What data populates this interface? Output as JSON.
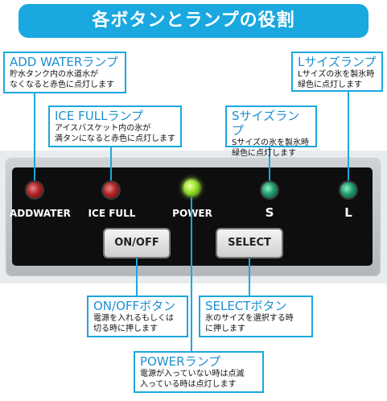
{
  "title": "各ボタンとランプの役割",
  "colors": {
    "accent": "#1aa8e0",
    "label_text": "#1e8fd0"
  },
  "labels": {
    "add_water": {
      "title": "ADD WATERランプ",
      "desc": "貯水タンク内の水道水が\nなくなると赤色に点灯します"
    },
    "ice_full": {
      "title": "ICE FULLランプ",
      "desc": "アイスバスケット内の氷が\n満タンになると赤色に点灯します"
    },
    "s_size": {
      "title": "Sサイズランプ",
      "desc": "Sサイズの氷を製氷時\n緑色に点灯します"
    },
    "l_size": {
      "title": "Lサイズランプ",
      "desc": "Lサイズの氷を製氷時\n緑色に点灯します"
    },
    "on_off": {
      "title": "ON/OFFボタン",
      "desc": "電源を入れるもしくは\n切る時に押します"
    },
    "select": {
      "title": "SELECTボタン",
      "desc": "氷のサイズを選択する時\nに押します"
    },
    "power": {
      "title": "POWERランプ",
      "desc": "電源が入っていない時は点滅\n入っている時は点灯します"
    }
  },
  "panel": {
    "lamp_labels": {
      "add_water": "ADDWATER",
      "ice_full": "ICE FULL",
      "power": "POWER",
      "s": "S",
      "l": "L"
    },
    "buttons": {
      "on_off": "ON/OFF",
      "select": "SELECT"
    },
    "lamp_states": {
      "add_water": "red",
      "ice_full": "red",
      "power": "green-on",
      "s": "teal",
      "l": "teal"
    }
  }
}
